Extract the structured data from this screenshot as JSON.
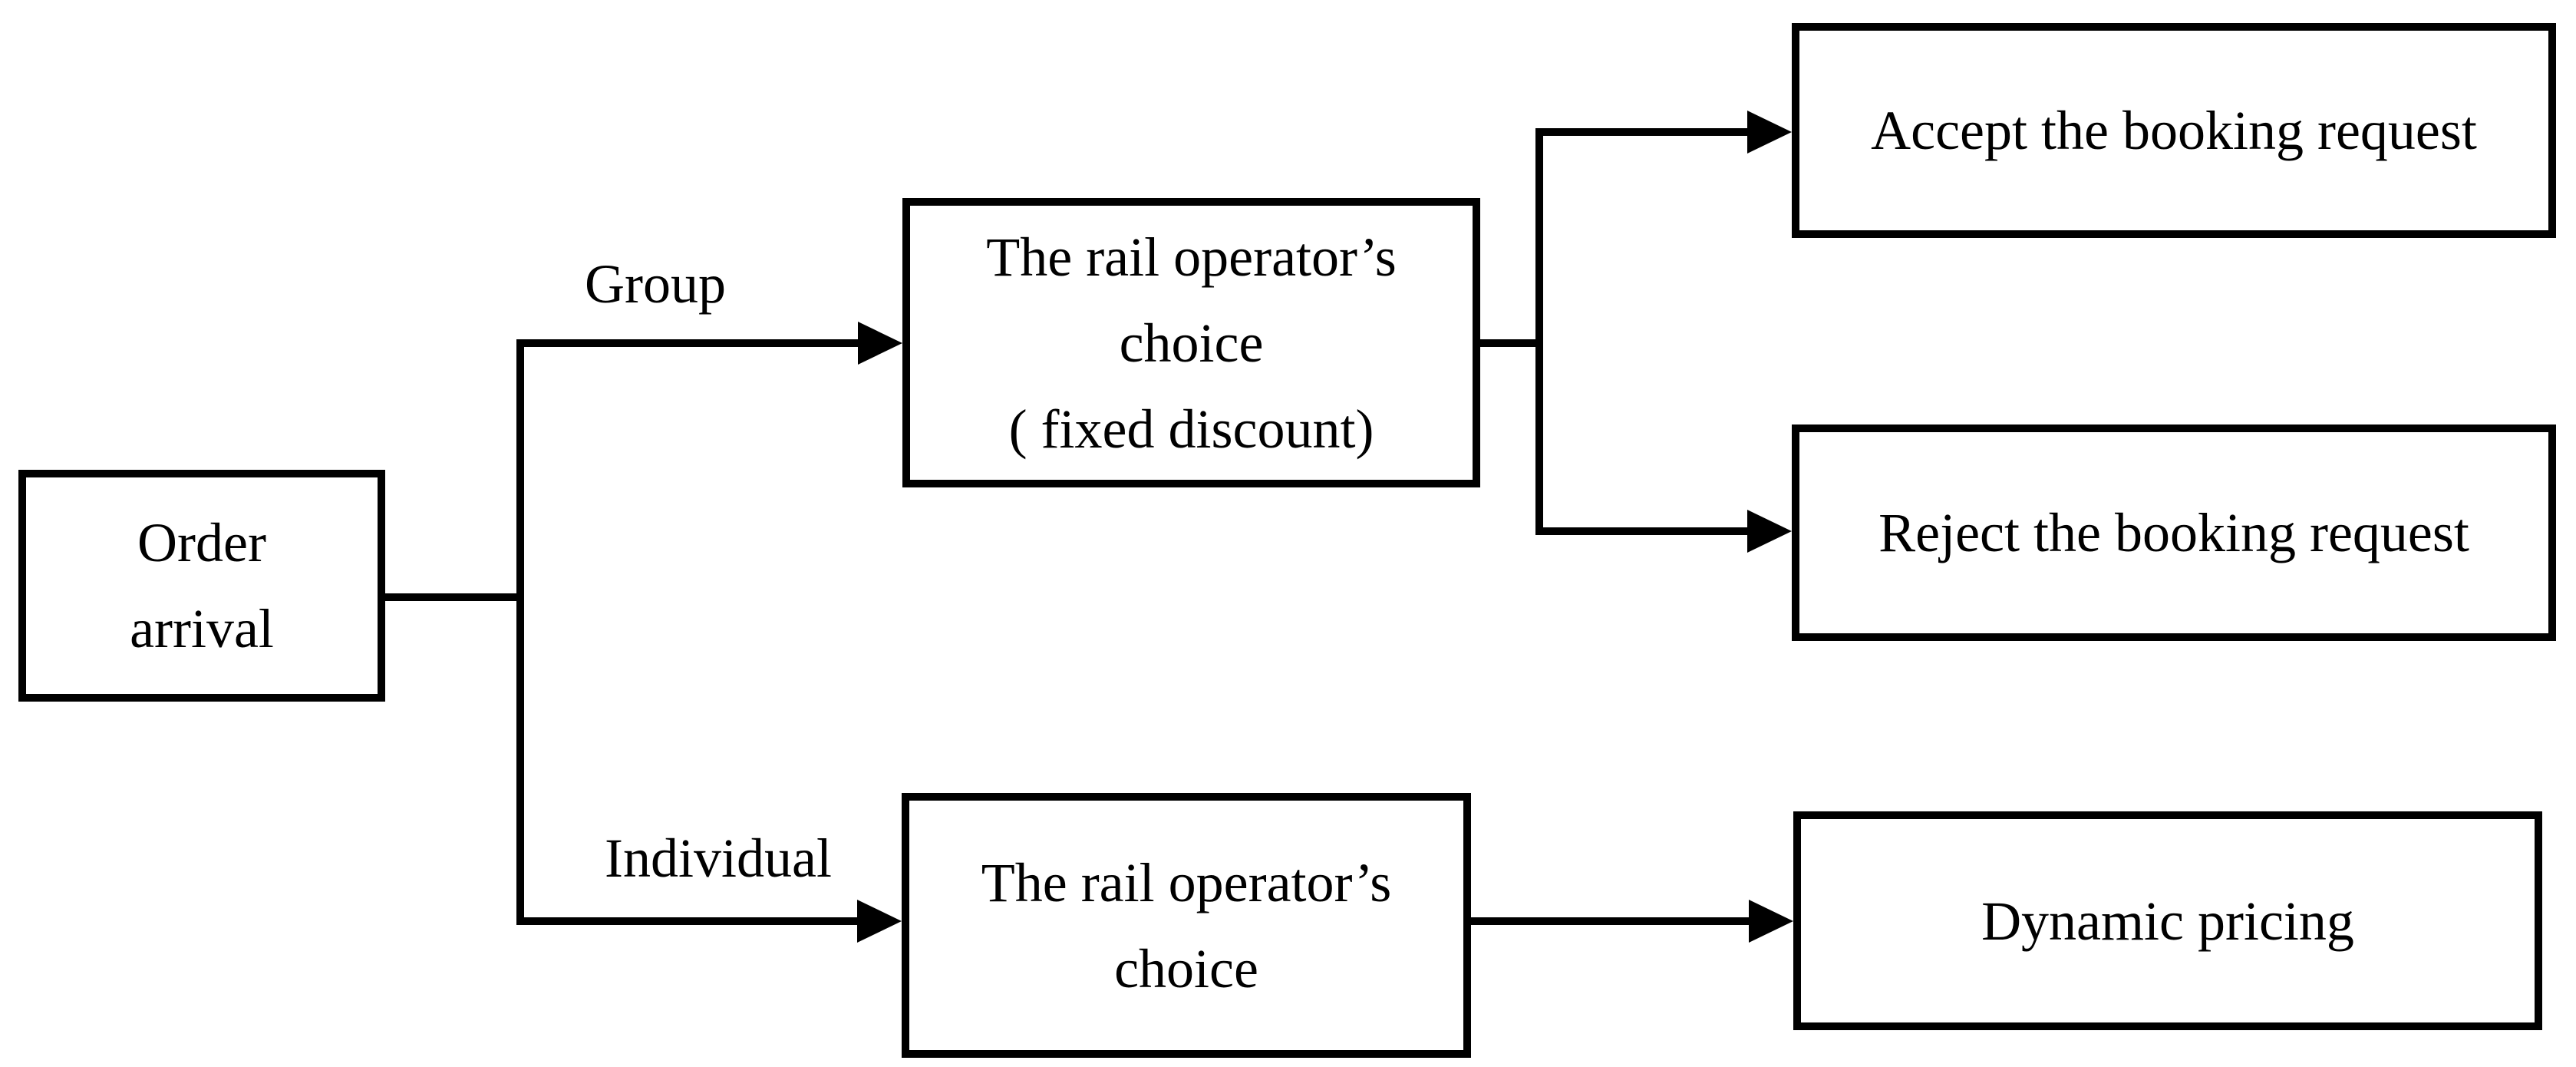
{
  "diagram": {
    "type": "flowchart",
    "nodes": {
      "order_arrival": {
        "lines": [
          "Order",
          "arrival"
        ]
      },
      "group_choice": {
        "lines": [
          "The rail operator’s",
          "choice",
          "( fixed discount)"
        ]
      },
      "accept": {
        "lines": [
          "Accept the booking request"
        ]
      },
      "reject": {
        "lines": [
          "Reject the booking request"
        ]
      },
      "individual_choice": {
        "lines": [
          "The rail operator’s",
          "choice"
        ]
      },
      "dynamic_pricing": {
        "lines": [
          "Dynamic pricing"
        ]
      }
    },
    "branch_labels": {
      "group": "Group",
      "individual": "Individual"
    },
    "colors": {
      "ink": "#000000",
      "background": "#ffffff"
    }
  }
}
